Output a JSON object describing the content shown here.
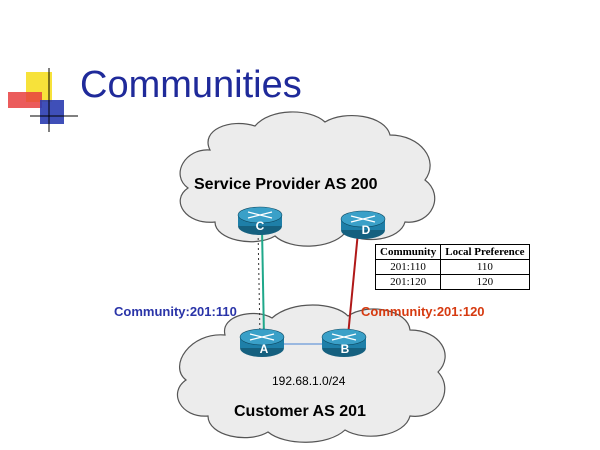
{
  "slide": {
    "title": "Communities"
  },
  "clouds": {
    "provider_label": "Service Provider  AS 200",
    "customer_label": "Customer AS 201",
    "customer_prefix": "192.68.1.0/24"
  },
  "routers": {
    "a": "A",
    "b": "B",
    "c": "C",
    "d": "D"
  },
  "links": {
    "left_community": "Community:201:110",
    "right_community": "Community:201:120",
    "colors": {
      "a_c": "#1fa88a",
      "b_d": "#b01818",
      "a_b": "#9ab8e0"
    }
  },
  "table": {
    "headers": [
      "Community",
      "Local Preference"
    ],
    "rows": [
      [
        "201:110",
        "110"
      ],
      [
        "201:120",
        "120"
      ]
    ]
  },
  "colors": {
    "title": "#1f2a9a",
    "router": "#1e7fa8",
    "cloud_fill": "#ececec"
  }
}
